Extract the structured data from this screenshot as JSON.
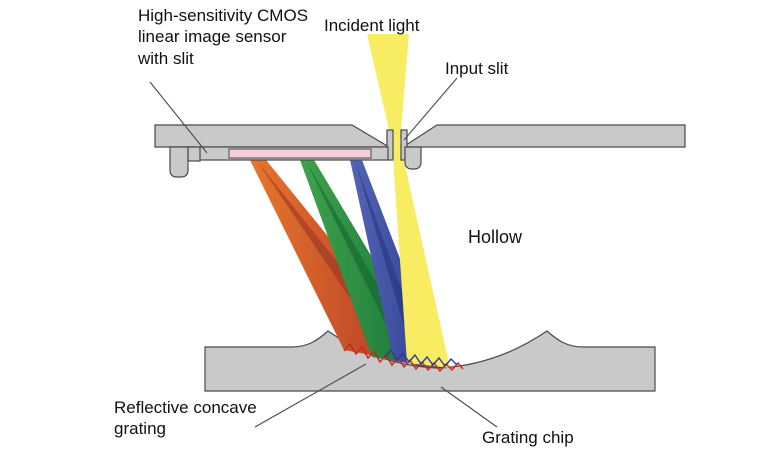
{
  "diagram": {
    "labels": {
      "sensor": "High-sensitivity CMOS linear image sensor with slit",
      "incident_light": "Incident light",
      "input_slit": "Input slit",
      "hollow": "Hollow",
      "reflective_grating": "Reflective concave grating",
      "grating_chip": "Grating chip"
    },
    "colors": {
      "package_gray": "#c9c9ca",
      "outline_gray": "#4a4a4a",
      "sensor_pink": "#f7cede",
      "incident_yellow": "#f8ed62",
      "beam_red_light": "#e8762d",
      "beam_red_dark": "#a93226",
      "beam_red_deep": "#8f2b20",
      "beam_green_light": "#3fa34d",
      "beam_green_dark": "#156f35",
      "beam_green_deep": "#0f5c2c",
      "beam_blue_light": "#5565b5",
      "beam_blue_dark": "#2c3c8e",
      "beam_blue_deep": "#1f2d73",
      "grating_red": "#d0241c",
      "grating_blue": "#2b3a9e"
    }
  }
}
